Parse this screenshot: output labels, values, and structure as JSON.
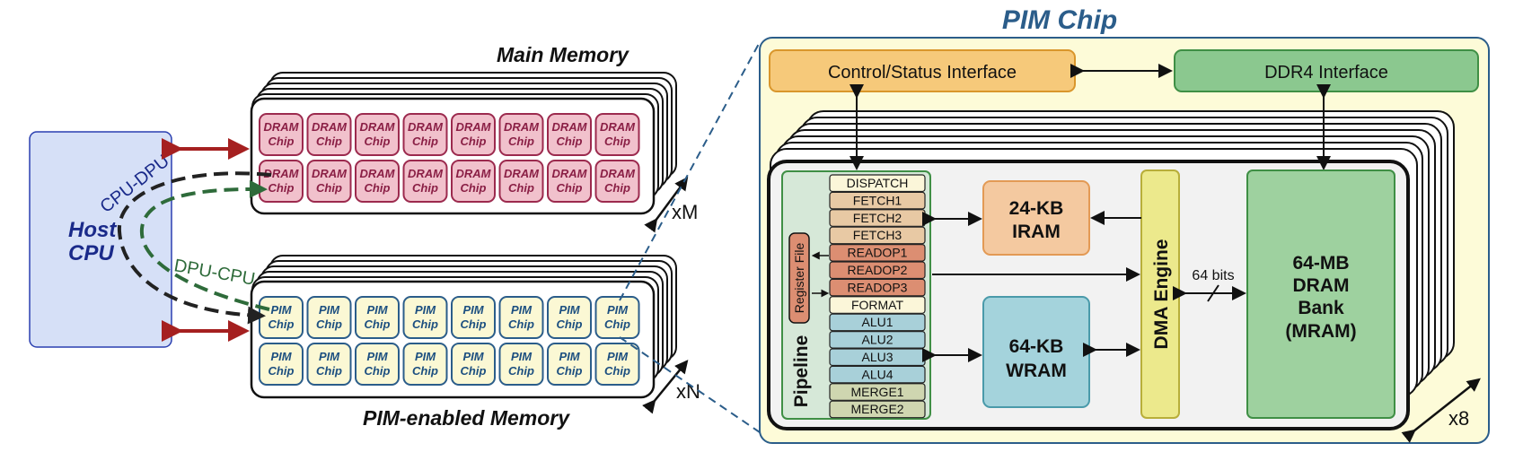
{
  "host": {
    "title_line1": "Host",
    "title_line2": "CPU"
  },
  "links": {
    "cpu_dpu": "CPU-DPU",
    "dpu_cpu": "DPU-CPU"
  },
  "main_memory": {
    "title": "Main Memory",
    "chip_line1": "DRAM",
    "chip_line2": "Chip",
    "multiplier": "xM",
    "rows": 2,
    "cols": 8
  },
  "pim_memory": {
    "title": "PIM-enabled Memory",
    "chip_line1": "PIM",
    "chip_line2": "Chip",
    "multiplier": "xN",
    "rows": 2,
    "cols": 8
  },
  "pim_chip": {
    "title": "PIM Chip",
    "control_interface": "Control/Status Interface",
    "ddr4_interface": "DDR4 Interface",
    "pipeline_label": "Pipeline",
    "register_file": "Register File",
    "stages": [
      {
        "name": "DISPATCH",
        "color": "#fbf6d9"
      },
      {
        "name": "FETCH1",
        "color": "#e8c9a4"
      },
      {
        "name": "FETCH2",
        "color": "#e8c9a4"
      },
      {
        "name": "FETCH3",
        "color": "#e8c9a4"
      },
      {
        "name": "READOP1",
        "color": "#dc8e72"
      },
      {
        "name": "READOP2",
        "color": "#dc8e72"
      },
      {
        "name": "READOP3",
        "color": "#dc8e72"
      },
      {
        "name": "FORMAT",
        "color": "#fbf6d9"
      },
      {
        "name": "ALU1",
        "color": "#a8d0d9"
      },
      {
        "name": "ALU2",
        "color": "#a8d0d9"
      },
      {
        "name": "ALU3",
        "color": "#a8d0d9"
      },
      {
        "name": "ALU4",
        "color": "#a8d0d9"
      },
      {
        "name": "MERGE1",
        "color": "#cfd6b0"
      },
      {
        "name": "MERGE2",
        "color": "#cfd6b0"
      }
    ],
    "iram": {
      "line1": "24-KB",
      "line2": "IRAM"
    },
    "wram": {
      "line1": "64-KB",
      "line2": "WRAM"
    },
    "dma": "DMA Engine",
    "bus_width": "64 bits",
    "mram": {
      "line1": "64-MB",
      "line2": "DRAM",
      "line3": "Bank",
      "line4": "(MRAM)"
    },
    "multiplier": "x8"
  },
  "colors": {
    "host_fill": "#d6e0f7",
    "host_stroke": "#2a3fb0",
    "host_text": "#1a2a8a",
    "dram_fill": "#f1c1cc",
    "dram_stroke": "#9c2a4e",
    "dram_text": "#8a1f45",
    "pim_fill": "#fbf8d4",
    "pim_stroke": "#2b5d8a",
    "pim_text": "#1c4f80",
    "chip_bg": "#fdfbd8",
    "chip_border": "#2b5d8a",
    "title_blue": "#2b5d8a",
    "ctrl_fill": "#f6c97a",
    "ctrl_stroke": "#d9962c",
    "ddr_fill": "#8bc88f",
    "ddr_stroke": "#3f8f45",
    "iram_fill": "#f4c9a0",
    "iram_stroke": "#e39a55",
    "wram_fill": "#a4d3dc",
    "wram_stroke": "#4a9aaa",
    "dma_fill": "#ece98c",
    "dma_stroke": "#b8ae3a",
    "mram_fill": "#9ed19f",
    "mram_stroke": "#3f8f45",
    "red_arrow": "#a52020",
    "green_arrow": "#2e6b3a"
  }
}
